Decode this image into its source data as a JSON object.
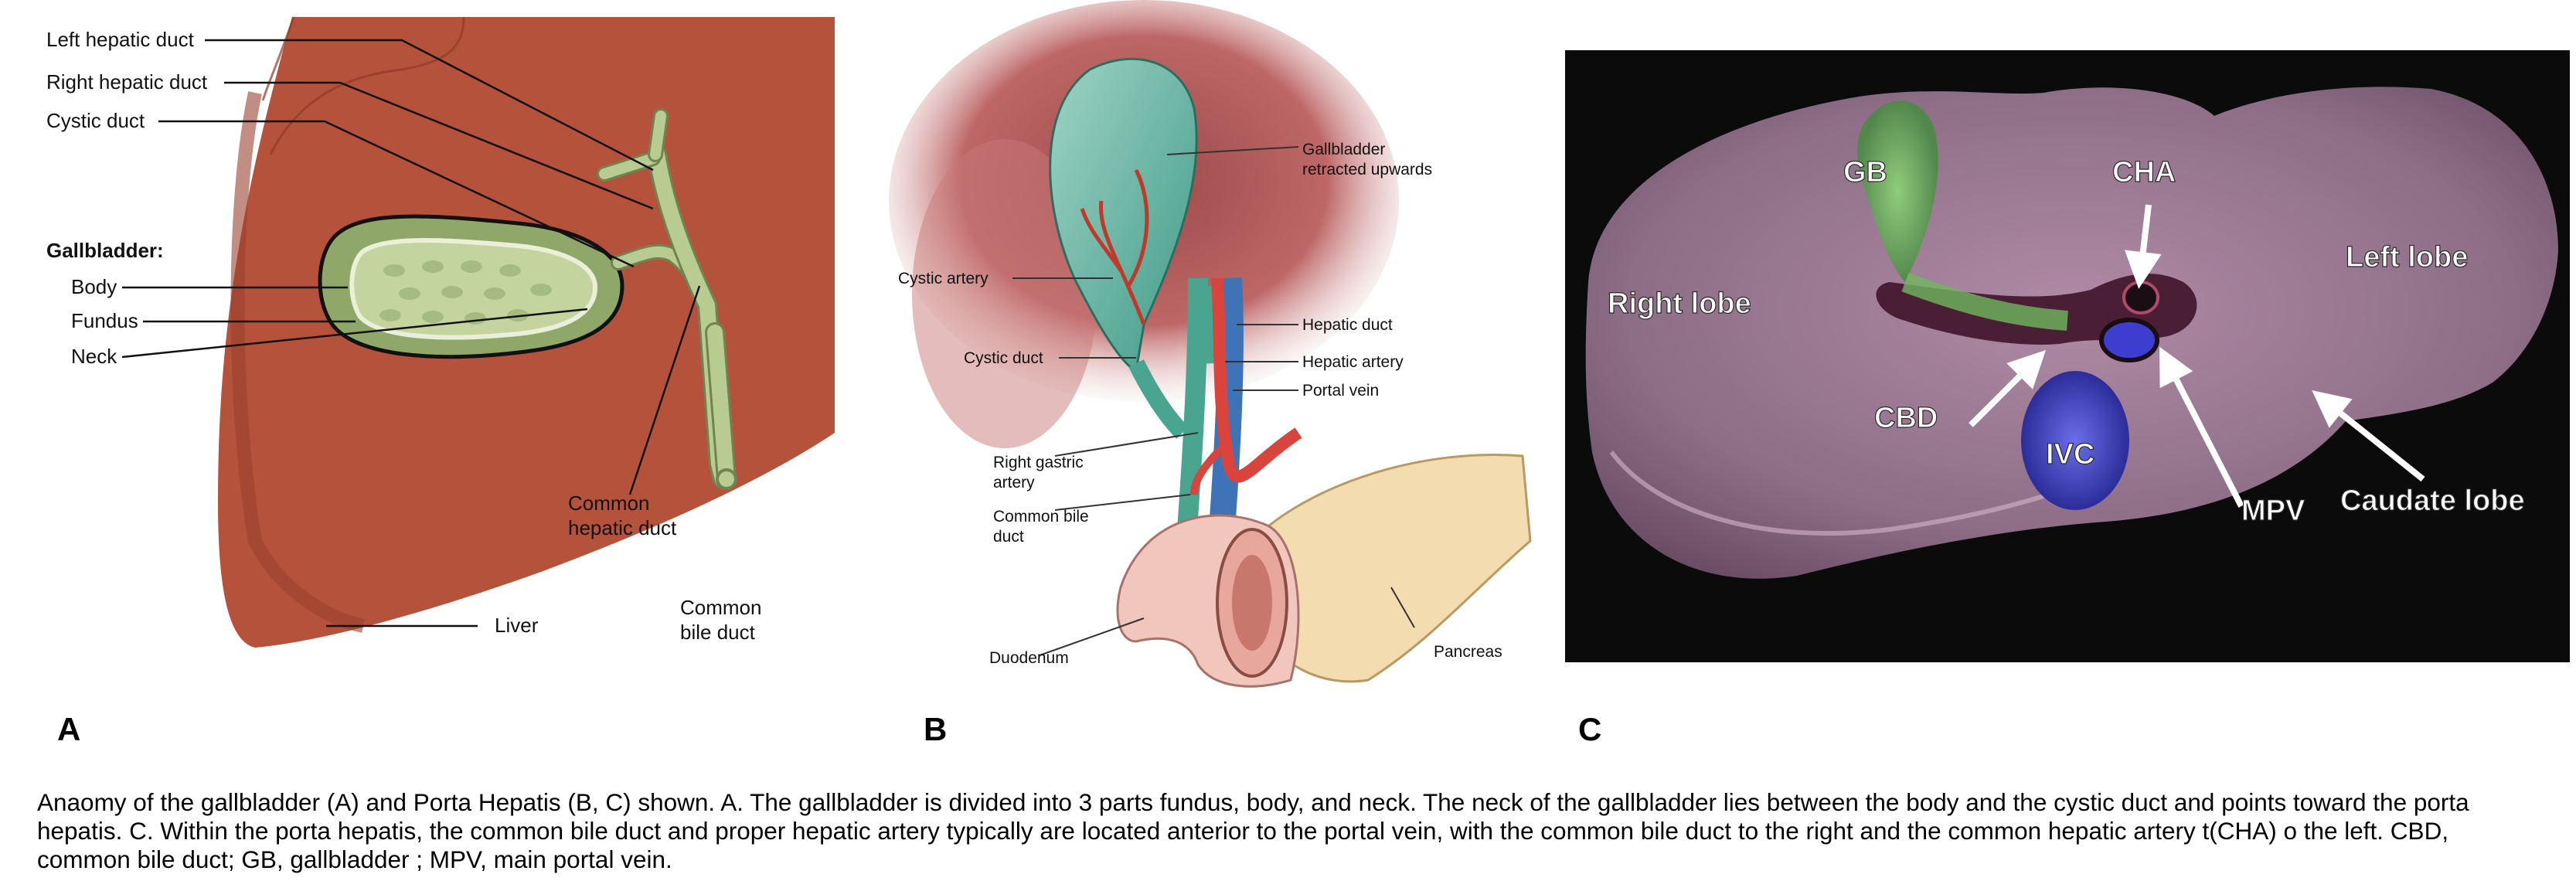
{
  "panel_a": {
    "letter": "A",
    "labels": {
      "left_hepatic_duct": "Left hepatic duct",
      "right_hepatic_duct": "Right hepatic duct",
      "cystic_duct": "Cystic duct",
      "gallbladder_heading": "Gallbladder:",
      "body": "Body",
      "fundus": "Fundus",
      "neck": "Neck",
      "common_hepatic_duct_1": "Common",
      "common_hepatic_duct_2": "hepatic duct",
      "common_bile_duct_1": "Common",
      "common_bile_duct_2": "bile duct",
      "liver": "Liver"
    }
  },
  "panel_b": {
    "letter": "B",
    "labels": {
      "gallbladder_retracted_1": "Gallbladder",
      "gallbladder_retracted_2": "retracted upwards",
      "cystic_artery": "Cystic artery",
      "hepatic_duct": "Hepatic duct",
      "cystic_duct": "Cystic duct",
      "hepatic_artery": "Hepatic artery",
      "portal_vein": "Portal vein",
      "right_gastric_1": "Right gastric",
      "right_gastric_2": "artery",
      "common_bile_duct_1": "Common bile",
      "common_bile_duct_2": "duct",
      "duodenum": "Duodenum",
      "pancreas": "Pancreas"
    }
  },
  "panel_c": {
    "letter": "C",
    "labels": {
      "gb": "GB",
      "cha": "CHA",
      "left_lobe": "Left lobe",
      "right_lobe": "Right lobe",
      "cbd": "CBD",
      "ivc": "IVC",
      "mpv": "MPV",
      "caudate_lobe": "Caudate lobe"
    }
  },
  "caption": "Anaomy of the gallbladder (A) and Porta Hepatis (B, C) shown. A. The gallbladder is divided into 3 parts fundus, body, and neck. The neck of the gallbladder lies between the body and the cystic duct and points toward the porta hepatis. C. Within the porta hepatis, the common bile duct and proper hepatic artery typically are located anterior to the portal vein, with the common bile duct to the right and the common hepatic artery t(CHA) o the left. CBD, common bile duct; GB, gallbladder ; MPV, main portal vein.",
  "colors": {
    "liver": "#b5523b",
    "liver_dark": "#8e3a28",
    "gallbladder": "#a9bf86",
    "duct": "#b8cc92",
    "artery": "#d9443c",
    "portal_vein": "#3f73b8",
    "ct_background": "#0b0b0b",
    "ct_tissue": "#8d6e86"
  }
}
